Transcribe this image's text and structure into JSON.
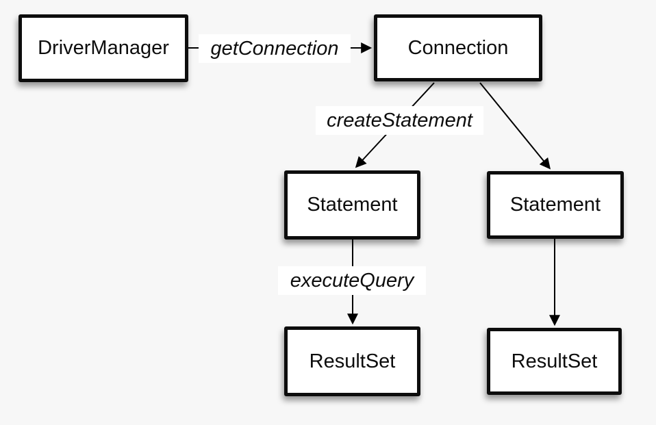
{
  "diagram": {
    "colors": {
      "background": "#f7f7f7",
      "node_fill": "#ffffff",
      "node_border": "#0d0d0d",
      "line": "#000000",
      "label_background": "#ffffff",
      "text": "#0d0d0d"
    },
    "nodes": [
      {
        "id": "driver-manager",
        "label": "DriverManager"
      },
      {
        "id": "connection",
        "label": "Connection"
      },
      {
        "id": "statement-left",
        "label": "Statement"
      },
      {
        "id": "statement-right",
        "label": "Statement"
      },
      {
        "id": "resultset-left",
        "label": "ResultSet"
      },
      {
        "id": "resultset-right",
        "label": "ResultSet"
      }
    ],
    "edges": [
      {
        "from": "driver-manager",
        "to": "connection",
        "label": "getConnection"
      },
      {
        "from": "connection",
        "to": "statement-left",
        "label": "createStatement"
      },
      {
        "from": "connection",
        "to": "statement-right",
        "label": ""
      },
      {
        "from": "statement-left",
        "to": "resultset-left",
        "label": "executeQuery"
      },
      {
        "from": "statement-right",
        "to": "resultset-right",
        "label": ""
      }
    ]
  }
}
